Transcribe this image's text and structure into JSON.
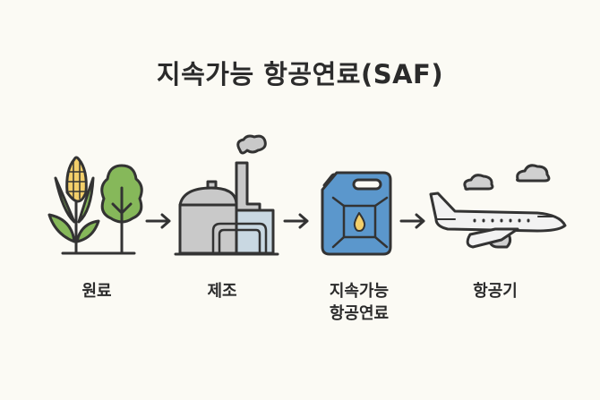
{
  "title": "지속가능 항공연료(SAF)",
  "steps": [
    {
      "label": "원료",
      "icon": "corn-and-tree-icon"
    },
    {
      "label": "제조",
      "icon": "factory-icon"
    },
    {
      "label_line1": "지속가능",
      "label_line2": "항공연료",
      "icon": "fuel-can-icon"
    },
    {
      "label": "항공기",
      "icon": "airplane-icon"
    }
  ],
  "colors": {
    "background": "#fbfaf4",
    "green": "#86b85a",
    "yellow": "#f3cf6a",
    "gray": "#c9c9c9",
    "light_blue": "#c9d8e2",
    "blue": "#5b97cc",
    "outline": "#333333"
  }
}
